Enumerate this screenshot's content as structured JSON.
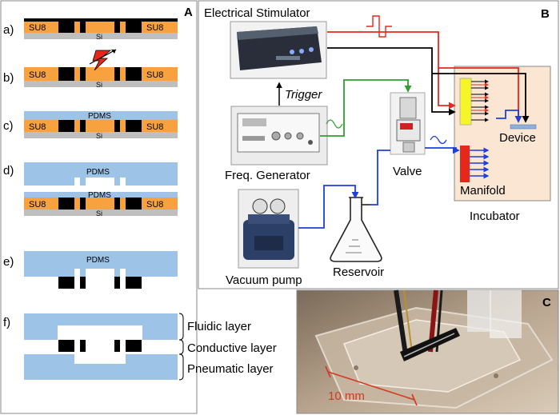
{
  "panels": {
    "A": {
      "label": "A",
      "steps": [
        "a)",
        "b)",
        "c)",
        "d)",
        "e)",
        "f)"
      ],
      "materials": {
        "su8": "SU8",
        "si": "Si",
        "pdms": "PDMS"
      },
      "layers": {
        "fluidic": "Fluidic layer",
        "conductive": "Conductive layer",
        "pneumatic": "Pneumatic layer"
      }
    },
    "B": {
      "label": "B",
      "stimulator": "Electrical Stimulator",
      "trigger": "Trigger",
      "freq_generator": "Freq. Generator",
      "valve": "Valve",
      "vacuum_pump": "Vacuum pump",
      "reservoir": "Reservoir",
      "manifold": "Manifold",
      "device": "Device",
      "incubator": "Incubator"
    },
    "C": {
      "label": "C",
      "scale": "10 mm"
    }
  },
  "colors": {
    "su8": "#f7a23f",
    "si": "#bfbfbf",
    "pdms": "#9dc3e6",
    "pdms_light": "#bcd6ee",
    "electrode": "#000000",
    "incubator_bg": "#fbe6d4",
    "red_line": "#e8271c",
    "green_line": "#2e9e2e",
    "blue_line": "#1f3fd8",
    "manifold_yellow": "#f5f52a",
    "manifold_red": "#e8271c",
    "scale_red": "#d43a1c"
  }
}
